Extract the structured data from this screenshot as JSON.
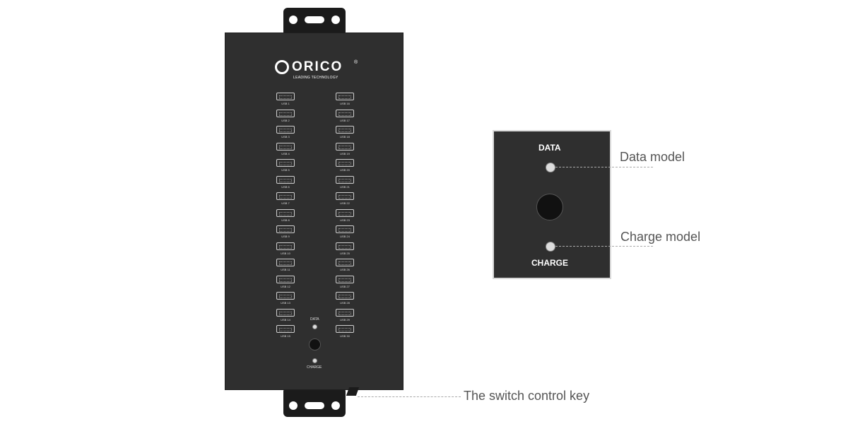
{
  "brand": {
    "name": "ORICO",
    "tagline": "LEADING TECHNOLOGY",
    "registered": "®"
  },
  "ports_left": [
    "USB 1",
    "USB 2",
    "USB 3",
    "USB 4",
    "USB 5",
    "USB 6",
    "USB 7",
    "USB 8",
    "USB 9",
    "USB 10",
    "USB 11",
    "USB 12",
    "USB 13",
    "USB 14",
    "USB 15"
  ],
  "ports_right": [
    "USB 16",
    "USB 17",
    "USB 18",
    "USB 19",
    "USB 20",
    "USB 21",
    "USB 22",
    "USB 23",
    "USB 24",
    "USB 25",
    "USB 26",
    "USB 27",
    "USB 28",
    "USB 29",
    "USB 30"
  ],
  "device": {
    "data_label": "DATA",
    "charge_label": "CHARGE"
  },
  "inset": {
    "data_label": "DATA",
    "charge_label": "CHARGE"
  },
  "callouts": {
    "data_model": "Data model",
    "charge_model": "Charge model",
    "switch_key": "The switch control key"
  }
}
